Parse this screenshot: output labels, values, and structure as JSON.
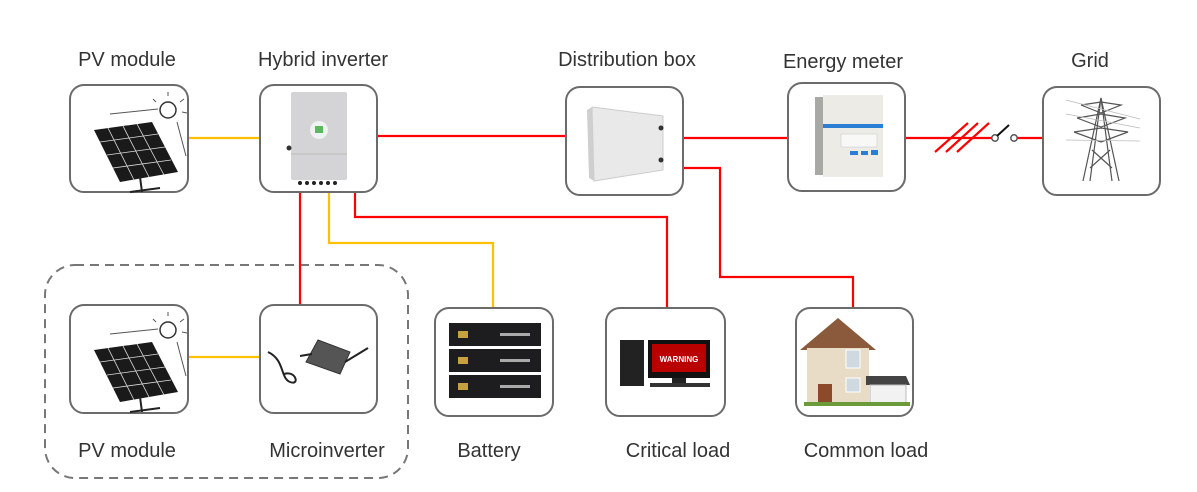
{
  "labels": {
    "pv_module_top": "PV module",
    "hybrid_inverter": "Hybrid inverter",
    "distribution_box": "Distribution box",
    "energy_meter": "Energy meter",
    "grid": "Grid",
    "pv_module_bottom": "PV module",
    "microinverter": "Microinverter",
    "battery": "Battery",
    "critical_load": "Critical load",
    "common_load": "Common load"
  },
  "device_text": {
    "warning": "WARNING"
  },
  "colors": {
    "ac_line": "#ff0000",
    "dc_line": "#ffc000",
    "box_border": "#6b6b6b",
    "group_dash": "#777777"
  }
}
